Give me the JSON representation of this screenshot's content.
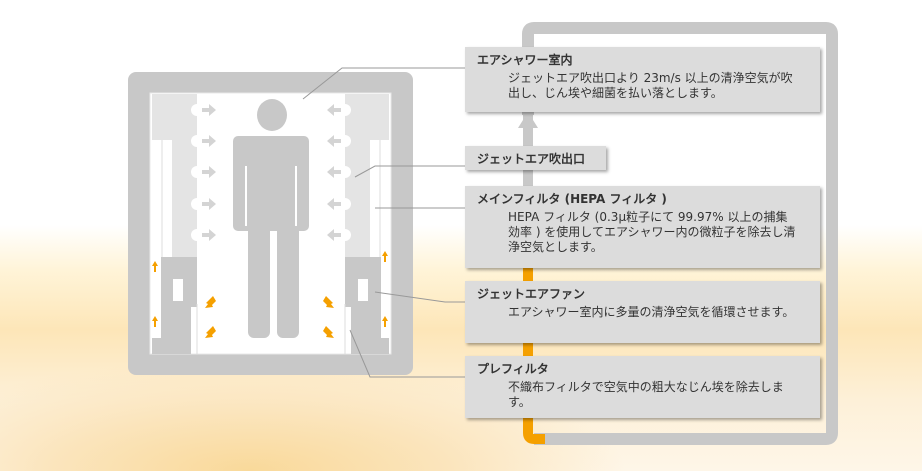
{
  "colors": {
    "frame": "#c8c8c8",
    "accent": "#f5a000",
    "box": "#dcdcdc"
  },
  "callouts": [
    {
      "title": "エアシャワー室内",
      "desc": "ジェットエア吹出口より 23m/s 以上の清浄空気が吹出し、じん埃や細菌を払い落とします。"
    },
    {
      "title": "ジェットエア吹出口",
      "desc": ""
    },
    {
      "title": "メインフィルタ (HEPA フィルタ )",
      "desc": "HEPA フィルタ (0.3μ粒子にて 99.97% 以上の捕集効率 ) を使用してエアシャワー内の微粒子を除去し清浄空気とします。"
    },
    {
      "title": "ジェットエアファン",
      "desc": "エアシャワー室内に多量の清浄空気を循環させます。"
    },
    {
      "title": "プレフィルタ",
      "desc": "不織布フィルタで空気中の粗大なじん埃を除去します。"
    }
  ]
}
